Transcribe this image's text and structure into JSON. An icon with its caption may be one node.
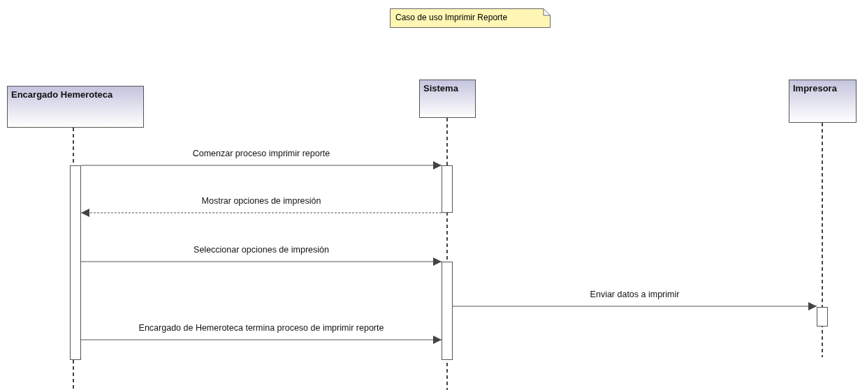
{
  "diagram": {
    "nodes": [
      {
        "text": [
          "Caso de uso Imprimir Reporte"
        ]
      },
      {
        "text": [
          "Encargado Hemeroteca"
        ]
      },
      {
        "text": [
          "Sistema"
        ]
      },
      {
        "text": [
          "Impresora"
        ]
      },
      {
        "text": [],
        "shape": "bar"
      },
      {
        "text": [],
        "shape": "bar"
      },
      {
        "text": [],
        "shape": "bar"
      },
      {
        "text": [],
        "shape": "bar"
      }
    ],
    "edges": [
      {
        "from": 4,
        "to": 5,
        "arrow": "to",
        "label": "Comenzar proceso imprimir reporte"
      },
      {
        "from": 5,
        "to": 4,
        "arrow": "to",
        "label": "Mostrar opciones de impresión",
        "style": "dashed"
      },
      {
        "from": 4,
        "to": 6,
        "arrow": "to",
        "label": "Seleccionar opciones de impresión"
      },
      {
        "from": 6,
        "to": 7,
        "arrow": "to",
        "label": "Enviar datos a imprimir"
      },
      {
        "from": 4,
        "to": 6,
        "arrow": "to",
        "label": "Encargado de Hemeroteca termina proceso de imprimir reporte"
      }
    ]
  }
}
